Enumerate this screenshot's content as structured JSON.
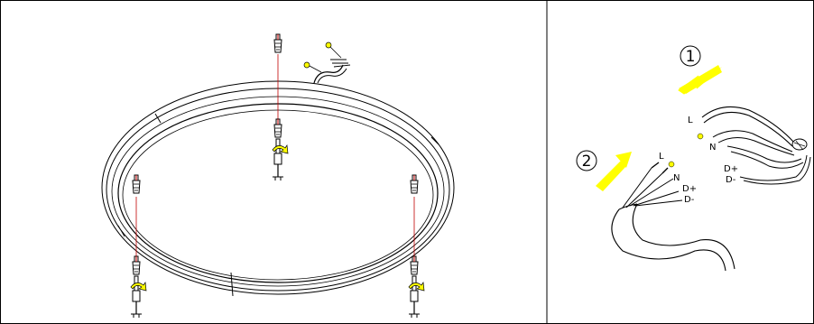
{
  "step1": {
    "number": "1",
    "wires": {
      "live": "L",
      "neutral": "N",
      "data_plus": "D+",
      "data_minus": "D-"
    }
  },
  "step2": {
    "number": "2",
    "wires": {
      "live": "L",
      "neutral": "N",
      "data_plus": "D+",
      "data_minus": "D-"
    }
  },
  "colors": {
    "arrow": "#ffff00",
    "screw_accent": "#c00000",
    "line": "#000000"
  },
  "icons": [
    "screwdriver-icon",
    "wall-plug-icon",
    "ground-symbol-icon",
    "arrow-icon"
  ]
}
